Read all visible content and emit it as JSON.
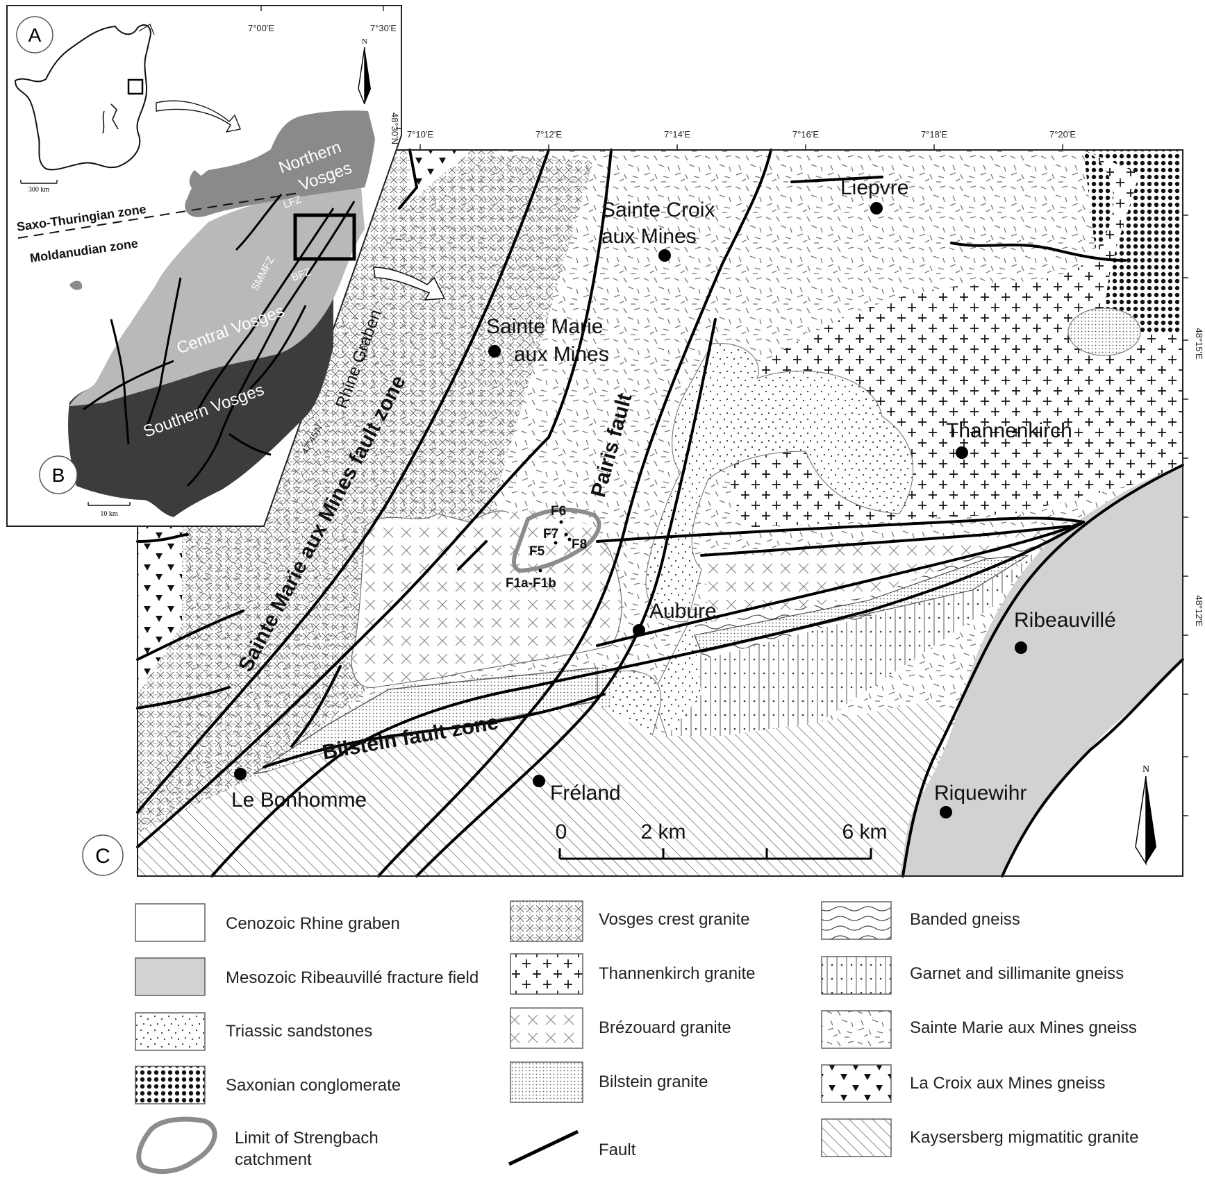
{
  "panels": {
    "a": "A",
    "b": "B",
    "c": "C"
  },
  "inset": {
    "coords_top": [
      "7°00'E",
      "7°30'E"
    ],
    "coords_right": [
      "48°30'N",
      "48°N",
      "47°45'N"
    ],
    "scale_overview": "300 km",
    "scale_region": "10 km",
    "north": "N",
    "zones": {
      "saxo": "Saxo-Thuringian zone",
      "molda": "Moldanudian zone"
    },
    "regions": {
      "northern_1": "Northern",
      "northern_2": "Vosges",
      "central": "Central Vosges",
      "southern": "Southern Vosges",
      "rhine": "Rhine Graben"
    },
    "faults": {
      "lfz": "LFZ",
      "smmfz": "SMMFZ",
      "bfz": "BFZ"
    }
  },
  "map": {
    "coords_top": [
      "7°10'E",
      "7°12'E",
      "7°14'E",
      "7°16'E",
      "7°18'E",
      "7°20'E"
    ],
    "coords_right": [
      "48°15'E",
      "48°12'E"
    ],
    "towns": {
      "liepvre": "Liepvre",
      "ste_croix_1": "Sainte Croix",
      "ste_croix_2": "aux Mines",
      "ste_marie_1": "Sainte Marie",
      "ste_marie_2": "aux Mines",
      "thannenkirch": "Thannenkirch",
      "aubure": "Aubure",
      "ribeauville": "Ribeauvillé",
      "riquewihr": "Riquewihr",
      "freland": "Fréland",
      "le_bonhomme": "Le Bonhomme"
    },
    "structures": {
      "smm_fault": "Sainte Marie aux Mines fault zone",
      "pairis": "Pairis fault",
      "bilstein": "Bilstein fault zone"
    },
    "sites": {
      "f6": "F6",
      "f7": "F7",
      "f8": "F8",
      "f5": "F5",
      "f1": "F1a-F1b"
    },
    "scale": {
      "t0": "0",
      "t2": "2 km",
      "t6": "6 km"
    },
    "north": "N"
  },
  "legend": {
    "c1": [
      "Cenozoic Rhine graben",
      "Mesozoic Ribeauvillé fracture field",
      "Triassic sandstones",
      "Saxonian conglomerate"
    ],
    "c1_last_1": "Limit of Strengbach",
    "c1_last_2": "catchment",
    "c2": [
      "Vosges crest granite",
      "Thannenkirch granite",
      "Brézouard granite",
      "Bilstein granite",
      "Fault"
    ],
    "c3": [
      "Banded gneiss",
      "Garnet and sillimanite gneiss",
      "Sainte Marie aux Mines gneiss",
      "La Croix aux Mines gneiss",
      "Kaysersberg migmatitic granite"
    ]
  },
  "colors": {
    "graben": "#ffffff",
    "fracture_field": "#d2d2d2",
    "inset_dark": "#3c3c3c",
    "inset_mid": "#8a8a8a",
    "inset_light": "#b9b9b9",
    "catchment": "#8c8c8c"
  }
}
